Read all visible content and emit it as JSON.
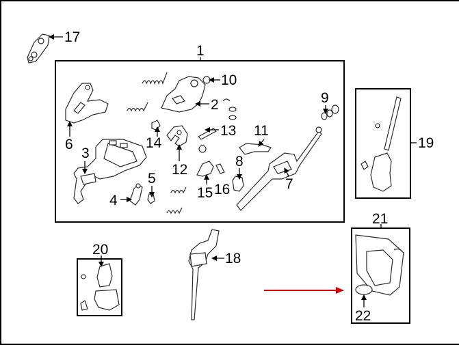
{
  "diagram": {
    "colors": {
      "line": "#000000",
      "part_fill": "#ffffff",
      "part_stroke": "#2a2a2a",
      "pointer_arrow": "#d40000",
      "background": "#ffffff"
    },
    "callouts": [
      "1",
      "2",
      "3",
      "4",
      "5",
      "6",
      "7",
      "8",
      "9",
      "10",
      "11",
      "12",
      "13",
      "14",
      "15",
      "16",
      "17",
      "18",
      "19",
      "20",
      "21",
      "22"
    ]
  }
}
